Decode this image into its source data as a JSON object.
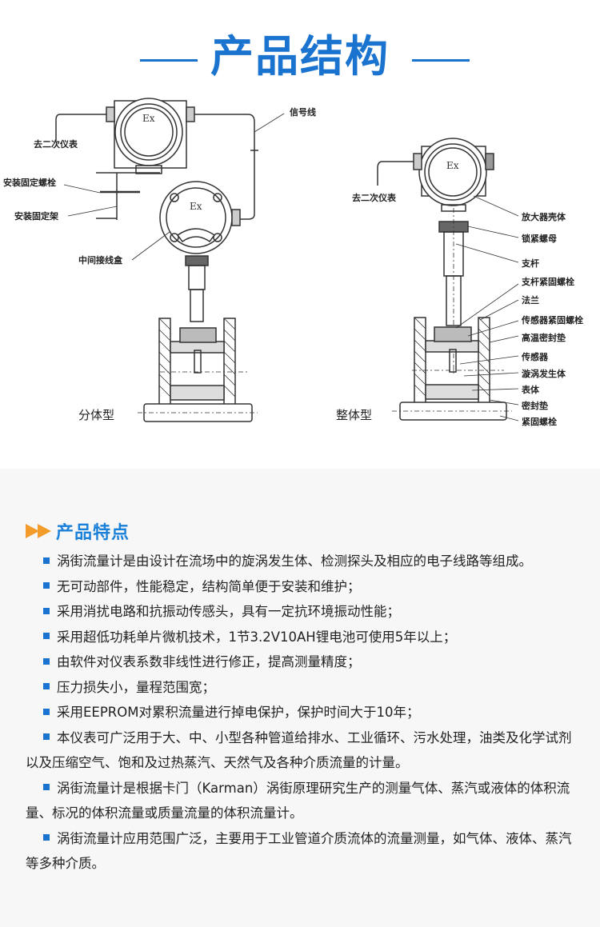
{
  "header": {
    "title": "产品结构"
  },
  "diagram": {
    "split_type": {
      "caption": "分体型",
      "labels": {
        "signal_wire": "信号线",
        "to_secondary_instrument": "去二次仪表",
        "mounting_bolt": "安装固定螺栓",
        "mounting_bracket": "安装固定架",
        "junction_box": "中间接线盒",
        "ex_mark_top": "Ex",
        "ex_mark_junction": "Ex"
      }
    },
    "integral_type": {
      "caption": "整体型",
      "labels": {
        "to_secondary_instrument": "去二次仪表",
        "ex_mark": "Ex",
        "parts": [
          "放大器壳体",
          "锁紧螺母",
          "支杆",
          "支杆紧固螺栓",
          "法兰",
          "传感器紧固螺栓",
          "高温密封垫",
          "传感器",
          "漩涡发生体",
          "表体",
          "密封垫",
          "紧固螺栓"
        ]
      }
    }
  },
  "features_section": {
    "title": "产品特点",
    "colors": {
      "accent": "#1a73cf",
      "arrow": "#f39b2b",
      "title": "#1a80d8"
    },
    "items": [
      "涡街流量计是由设计在流场中的旋涡发生体、检测探头及相应的电子线路等组成。",
      "无可动部件，性能稳定，结构简单便于安装和维护；",
      "采用消扰电路和抗振动传感头，具有一定抗环境振动性能；",
      "采用超低功耗单片微机技术，1节3.2V10AH锂电池可使用5年以上；",
      "由软件对仪表系数非线性进行修正，提高测量精度；",
      "压力损失小，量程范围宽；",
      "采用EEPROM对累积流量进行掉电保护，保护时间大于10年；",
      "本仪表可广泛用于大、中、小型各种管道给排水、工业循环、污水处理，油类及化学试剂以及压缩空气、饱和及过热蒸汽、天然气及各种介质流量的计量。",
      "涡街流量计是根据卡门（Karman）涡街原理研究生产的测量气体、蒸汽或液体的体积流量、标况的体积流量或质量流量的体积流量计。",
      "涡街流量计应用范围广泛，主要用于工业管道介质流体的流量测量，如气体、液体、蒸汽等多种介质。"
    ]
  }
}
